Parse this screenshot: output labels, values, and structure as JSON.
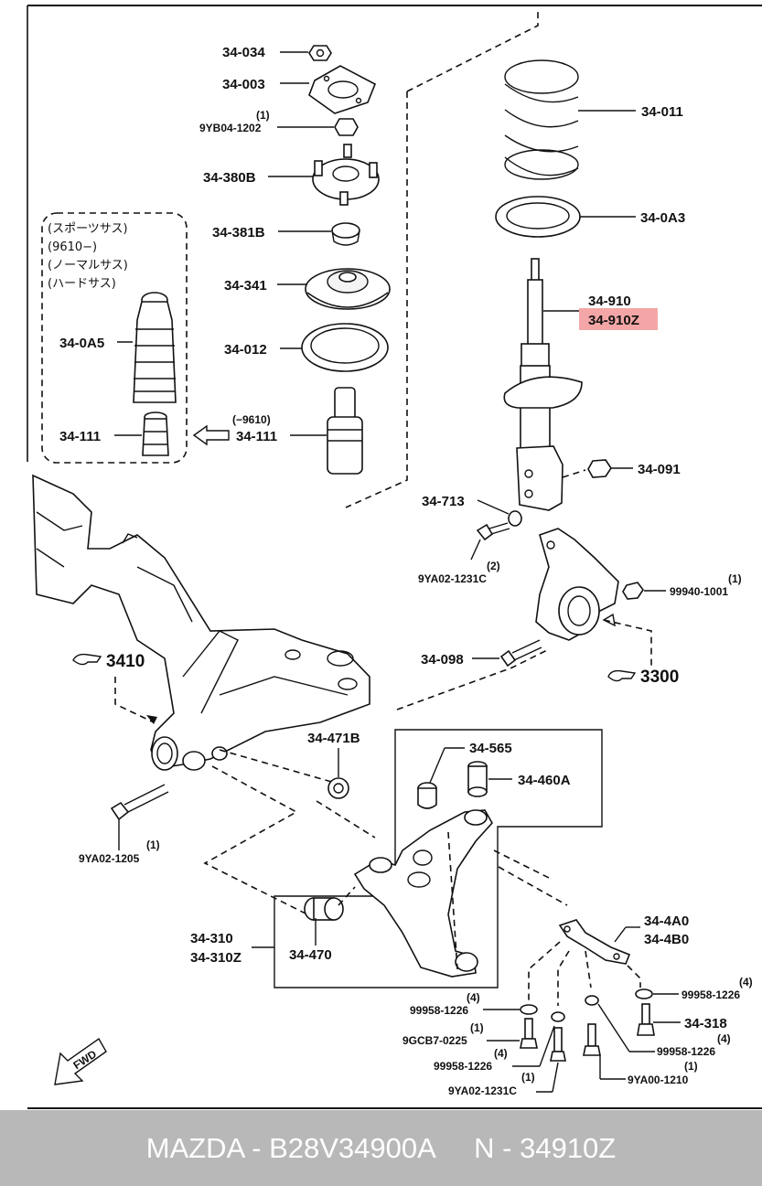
{
  "labels": {
    "p34034": "34-034",
    "p34003": "34-003",
    "p9yb04_qty": "(1)",
    "p9yb04": "9YB04-1202",
    "p34380b": "34-380B",
    "p34381b": "34-381B",
    "p34341": "34-341",
    "p34012": "34-012",
    "p34111r": "34-111",
    "p34111r_note": "(−9610)",
    "p34111l": "34-111",
    "p340a5": "34-0A5",
    "jp1": "(スポーツサス)",
    "jp2": "(9610−)",
    "jp3": "(ノーマルサス)",
    "jp4": "(ハードサス)",
    "p34011": "34-011",
    "p340a3": "34-0A3",
    "p34910": "34-910",
    "p34910z": "34-910Z",
    "p34091": "34-091",
    "p34713": "34-713",
    "p9ya02_1231c_qty": "(2)",
    "p9ya02_1231c": "9YA02-1231C",
    "p99940_qty": "(1)",
    "p99940": "99940-1001",
    "p34098": "34-098",
    "ref3410": "3410",
    "ref3300": "3300",
    "p34471b": "34-471B",
    "p34565": "34-565",
    "p34460a": "34-460A",
    "p9ya02_1205_qty": "(1)",
    "p9ya02_1205": "9YA02-1205",
    "p34310": "34-310",
    "p34310z": "34-310Z",
    "p34470": "34-470",
    "p344a0": "34-4A0",
    "p344b0": "34-4B0",
    "p99958a_qty": "(4)",
    "p99958a": "99958-1226",
    "p99958b_qty": "(4)",
    "p99958b": "99958-1226",
    "p9gcb7_qty": "(1)",
    "p9gcb7": "9GCB7-0225",
    "p99958c_qty": "(4)",
    "p99958c": "99958-1226",
    "p9ya02_b_qty": "(1)",
    "p9ya02_b": "9YA02-1231C",
    "p34318": "34-318",
    "p99958d_qty": "(4)",
    "p99958d": "99958-1226",
    "p9ya00_qty": "(1)",
    "p9ya00": "9YA00-1210",
    "fwd": "FWD"
  },
  "colors": {
    "highlight": "#f4a6a6",
    "footer_bg": "#b8b8b8",
    "footer_text": "#ffffff",
    "ink": "#111111"
  },
  "footer": {
    "text": "MAZDA - B28V34900A     N - 34910Z"
  }
}
